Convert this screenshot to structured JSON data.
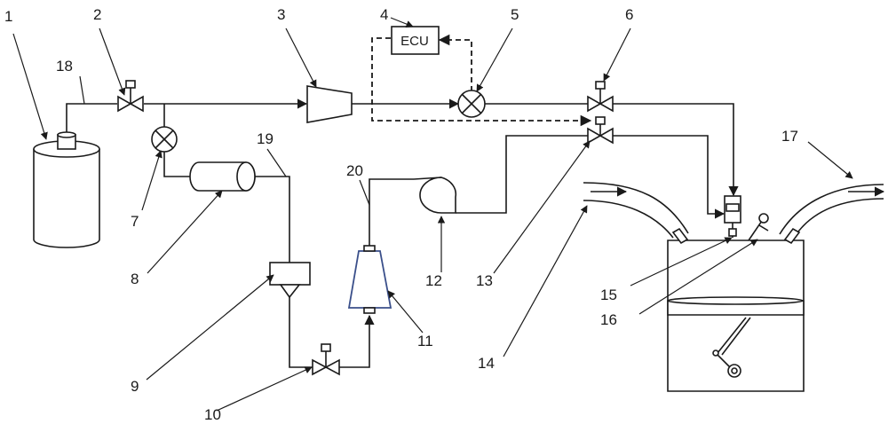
{
  "ecu_label": "ECU",
  "callouts": {
    "c1": "1",
    "c2": "2",
    "c3": "3",
    "c4": "4",
    "c5": "5",
    "c6": "6",
    "c7": "7",
    "c8": "8",
    "c9": "9",
    "c10": "10",
    "c11": "11",
    "c12": "12",
    "c13": "13",
    "c14": "14",
    "c15": "15",
    "c16": "16",
    "c17": "17",
    "c18": "18",
    "c19": "19",
    "c20": "20"
  }
}
